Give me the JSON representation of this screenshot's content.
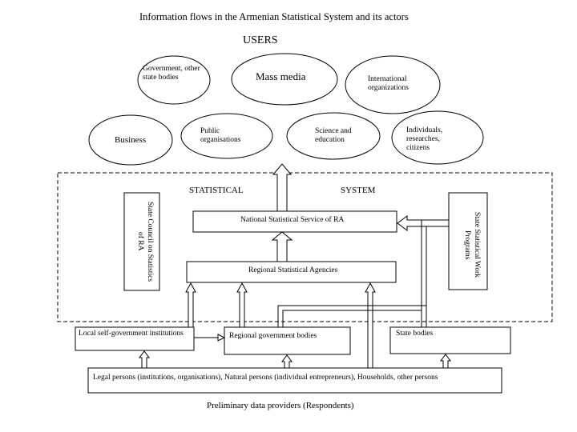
{
  "title": "Information flows in the Armenian Statistical System and its actors",
  "users_heading": "USERS",
  "users": {
    "government": "Government, other state bodies",
    "mass_media": "Mass media",
    "international": "International organizations",
    "business": "Business",
    "public_orgs": "Public organisations",
    "science": "Science and education",
    "individuals": "Individuals, researches, citizens"
  },
  "system": {
    "label_left": "STATISTICAL",
    "label_right": "SYSTEM",
    "council": "State Council on Statistics of RA",
    "work_programs": "State Statistical Work Programs",
    "national_service": "National Statistical Service of RA",
    "regional_agencies": "Regional Statistical Agencies"
  },
  "bodies": {
    "local_self_gov": "Local self-government institutions",
    "regional_gov": "Regional government bodies",
    "state_bodies": "State bodies"
  },
  "respondents": {
    "box": "Legal persons (institutions, organisations), Natural persons (individual entrepreneurs), Households, other persons",
    "caption": "Preliminary data providers (Respondents)"
  }
}
